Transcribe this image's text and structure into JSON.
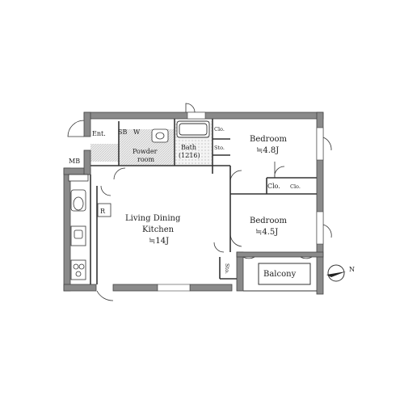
{
  "rooms": {
    "entrance": "Ent.",
    "shoe_box": "SB",
    "washer": "W",
    "powder_room_line1": "Powder",
    "powder_room_line2": "room",
    "bath_line1": "Bath",
    "bath_line2": "(1216)",
    "closet_top": "Clo.",
    "storage_bath": "Sto.",
    "meter_box": "MB",
    "refrigerator": "R",
    "bedroom1_name": "Bedroom",
    "bedroom1_size": "≒4.8J",
    "closet_mid": "Clo.",
    "closet_mid_small": "Clo.",
    "bedroom2_name": "Bedroom",
    "bedroom2_size": "≒4.5J",
    "ldk_line1": "Living Dining",
    "ldk_line2": "Kitchen",
    "ldk_size": "≒14J",
    "storage_ldk": "Sto.",
    "balcony": "Balcony"
  },
  "compass": {
    "label": "N"
  },
  "colors": {
    "wall": "#8a8a8a",
    "wall_edge": "#444444",
    "hatch": "#cfcfcf",
    "line": "#333333"
  }
}
